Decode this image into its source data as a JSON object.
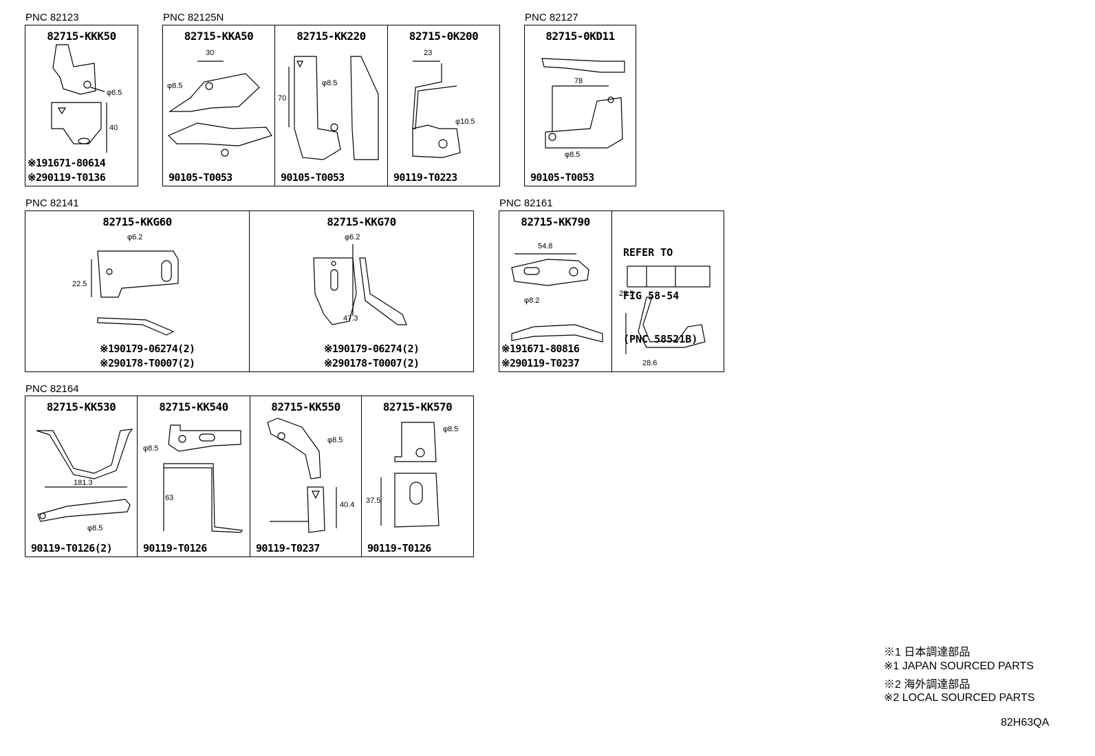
{
  "groups": [
    {
      "pnc": "PNC 82123",
      "cells": [
        {
          "part": "82715-KKK50",
          "dims": [
            "φ6.5",
            "40"
          ],
          "fasteners": [
            "※191671-80614",
            "※290119-T0136"
          ]
        }
      ]
    },
    {
      "pnc": "PNC 82125N",
      "cells": [
        {
          "part": "82715-KKA50",
          "dims": [
            "30",
            "φ8.5"
          ],
          "fasteners": [
            "90105-T0053"
          ]
        },
        {
          "part": "82715-KK220",
          "dims": [
            "φ8.5",
            "70"
          ],
          "fasteners": [
            "90105-T0053"
          ]
        },
        {
          "part": "82715-0K200",
          "dims": [
            "23",
            "φ10.5"
          ],
          "fasteners": [
            "90119-T0223"
          ]
        }
      ]
    },
    {
      "pnc": "PNC 82127",
      "cells": [
        {
          "part": "82715-0KD11",
          "dims": [
            "78",
            "φ8.5"
          ],
          "fasteners": [
            "90105-T0053"
          ]
        }
      ]
    },
    {
      "pnc": "PNC 82141",
      "cells": [
        {
          "part": "82715-KKG60",
          "dims": [
            "φ6.2",
            "22.5"
          ],
          "fasteners": [
            "※190179-06274(2)",
            "※290178-T0007(2)"
          ]
        },
        {
          "part": "82715-KKG70",
          "dims": [
            "φ6.2",
            "47.3"
          ],
          "fasteners": [
            "※190179-06274(2)",
            "※290178-T0007(2)"
          ]
        }
      ]
    },
    {
      "pnc": "PNC 82161",
      "cells": [
        {
          "part": "82715-KK790",
          "dims": [
            "54.8",
            "φ8.2"
          ],
          "fasteners": [
            "※191671-80816",
            "※290119-T0237"
          ]
        },
        {
          "refer": [
            "REFER TO",
            "FIG 58-54",
            "(PNC 58521B)"
          ],
          "dims": [
            "29.5",
            "28.6"
          ]
        }
      ]
    },
    {
      "pnc": "PNC 82164",
      "cells": [
        {
          "part": "82715-KK530",
          "dims": [
            "181.3",
            "φ8.5"
          ],
          "fasteners": [
            "90119-T0126(2)"
          ]
        },
        {
          "part": "82715-KK540",
          "dims": [
            "φ8.5",
            "63"
          ],
          "fasteners": [
            "90119-T0126"
          ]
        },
        {
          "part": "82715-KK550",
          "dims": [
            "φ8.5",
            "40.4"
          ],
          "fasteners": [
            "90119-T0237"
          ]
        },
        {
          "part": "82715-KK570",
          "dims": [
            "φ8.5",
            "37.5"
          ],
          "fasteners": [
            "90119-T0126"
          ]
        }
      ]
    }
  ],
  "notes": [
    "※1 日本調達部品",
    "※1 JAPAN SOURCED PARTS",
    "※2 海外調達部品",
    "※2 LOCAL SOURCED PARTS"
  ],
  "diagram_code": "82H63QA"
}
